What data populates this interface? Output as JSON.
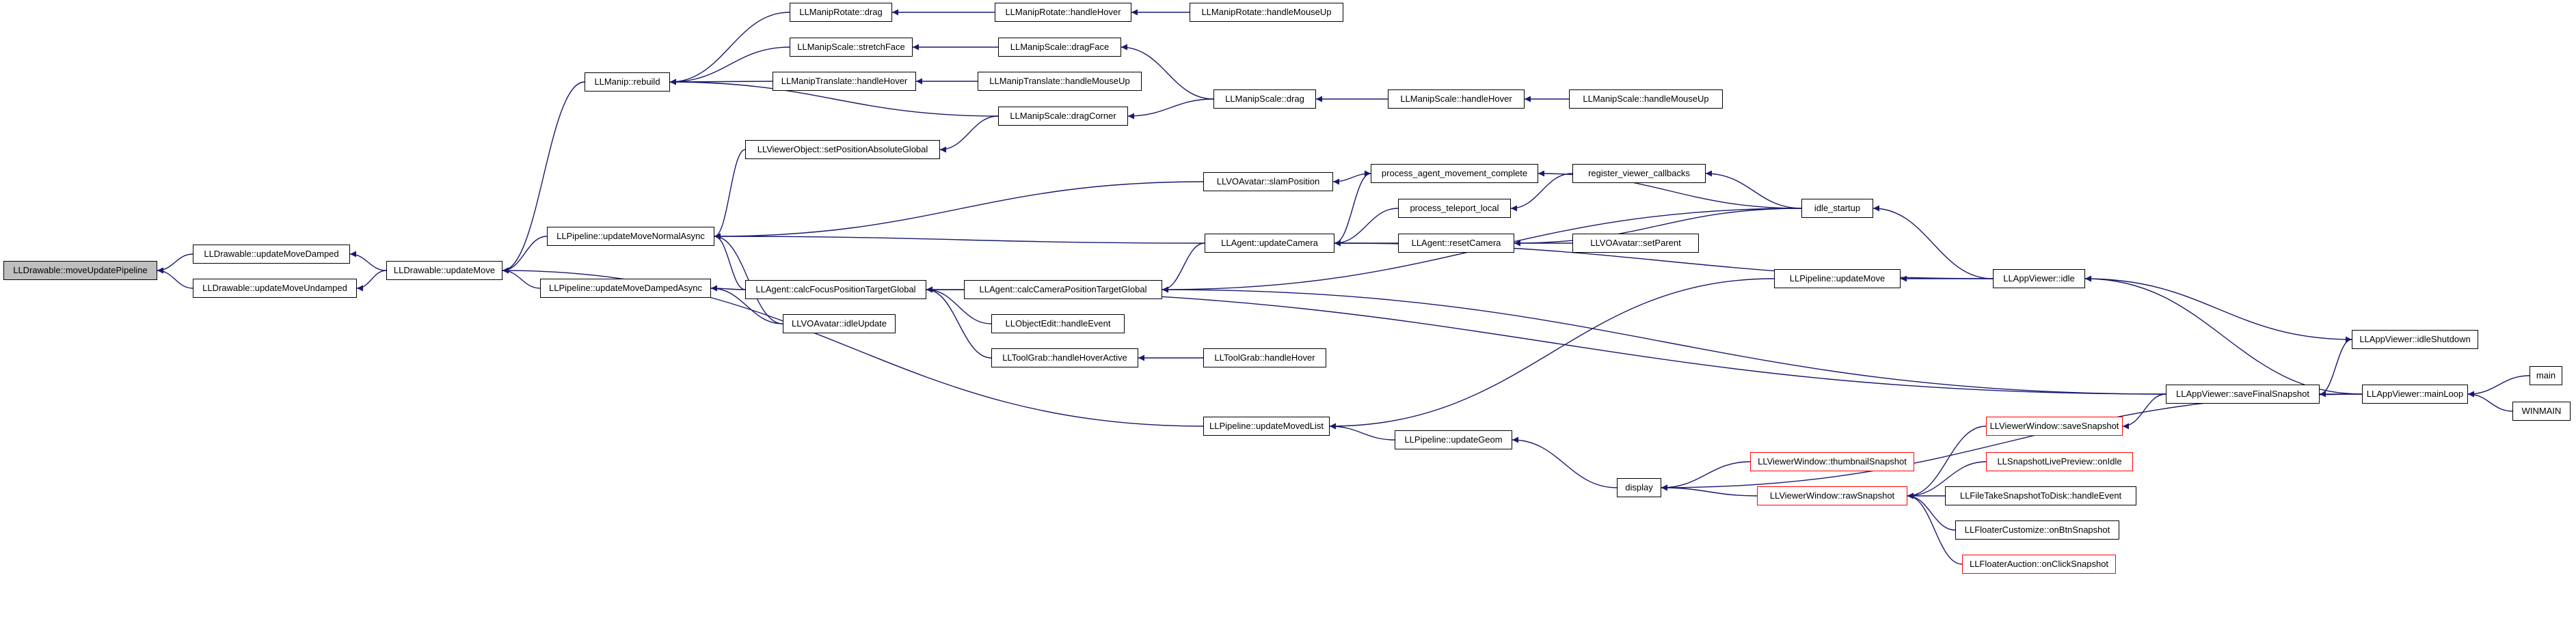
{
  "graph": {
    "root": "moveUpdatePipeline",
    "colors": {
      "edge": "#191970",
      "border": "#000000",
      "red_border": "#ff0000",
      "root_fill": "#bfbfbf",
      "background": "#ffffff"
    },
    "nodes": {
      "moveUpdatePipeline": "LLDrawable::moveUpdatePipeline",
      "updateMoveDamped": "LLDrawable::updateMoveDamped",
      "updateMoveUndamped": "LLDrawable::updateMoveUndamped",
      "drawableUpdateMove": "LLDrawable::updateMove",
      "manipRebuild": "LLManip::rebuild",
      "pipeUpdateMoveNormalAsync": "LLPipeline::updateMoveNormalAsync",
      "pipeUpdateMoveDampedAsync": "LLPipeline::updateMoveDampedAsync",
      "rotateDrag": "LLManipRotate::drag",
      "rotateHandleHover": "LLManipRotate::handleHover",
      "rotateHandleMouseUp": "LLManipRotate::handleMouseUp",
      "scaleStretchFace": "LLManipScale::stretchFace",
      "scaleDragFace": "LLManipScale::dragFace",
      "translateHandleHover": "LLManipTranslate::handleHover",
      "translateHandleMouseUp": "LLManipTranslate::handleMouseUp",
      "scaleDragCorner": "LLManipScale::dragCorner",
      "scaleDrag": "LLManipScale::drag",
      "scaleHandleHover": "LLManipScale::handleHover",
      "scaleHandleMouseUp": "LLManipScale::handleMouseUp",
      "setPositionAbsoluteGlobal": "LLViewerObject::setPositionAbsoluteGlobal",
      "slamPosition": "LLVOAvatar::slamPosition",
      "processAgentMovementComplete": "process_agent_movement_complete",
      "registerViewerCallbacks": "register_viewer_callbacks",
      "processTeleportLocal": "process_teleport_local",
      "idleStartup": "idle_startup",
      "agentUpdateCamera": "LLAgent::updateCamera",
      "agentResetCamera": "LLAgent::resetCamera",
      "voSetParent": "LLVOAvatar::setParent",
      "calcFocusPositionTargetGlobal": "LLAgent::calcFocusPositionTargetGlobal",
      "calcCameraPositionTargetGlobal": "LLAgent::calcCameraPositionTargetGlobal",
      "voIdleUpdate": "LLVOAvatar::idleUpdate",
      "objectEditHandleEvent": "LLObjectEdit::handleEvent",
      "toolGrabHandleHoverActive": "LLToolGrab::handleHoverActive",
      "toolGrabHandleHover": "LLToolGrab::handleHover",
      "pipelineUpdateMove": "LLPipeline::updateMove",
      "appViewerIdle": "LLAppViewer::idle",
      "appViewerIdleShutdown": "LLAppViewer::idleShutdown",
      "appViewerSaveFinalSnapshot": "LLAppViewer::saveFinalSnapshot",
      "appViewerMainLoop": "LLAppViewer::mainLoop",
      "main": "main",
      "winmain": "WINMAIN",
      "pipelineUpdateMovedList": "LLPipeline::updateMovedList",
      "pipelineUpdateGeom": "LLPipeline::updateGeom",
      "display": "display",
      "thumbnailSnapshot": "LLViewerWindow::thumbnailSnapshot",
      "rawSnapshot": "LLViewerWindow::rawSnapshot",
      "saveSnapshot": "LLViewerWindow::saveSnapshot",
      "snapshotLivePreviewOnIdle": "LLSnapshotLivePreview::onIdle",
      "fileTakeSnapshotToDisk": "LLFileTakeSnapshotToDisk::handleEvent",
      "floaterCustomizeOnBtnSnapshot": "LLFloaterCustomize::onBtnSnapshot",
      "floaterAuctionOnClickSnapshot": "LLFloaterAuction::onClickSnapshot"
    },
    "edges": [
      [
        "updateMoveDamped",
        "moveUpdatePipeline"
      ],
      [
        "updateMoveUndamped",
        "moveUpdatePipeline"
      ],
      [
        "drawableUpdateMove",
        "updateMoveDamped"
      ],
      [
        "drawableUpdateMove",
        "updateMoveUndamped"
      ],
      [
        "manipRebuild",
        "drawableUpdateMove"
      ],
      [
        "pipeUpdateMoveNormalAsync",
        "drawableUpdateMove"
      ],
      [
        "pipeUpdateMoveDampedAsync",
        "drawableUpdateMove"
      ],
      [
        "pipelineUpdateMovedList",
        "drawableUpdateMove"
      ],
      [
        "rotateDrag",
        "manipRebuild"
      ],
      [
        "scaleStretchFace",
        "manipRebuild"
      ],
      [
        "translateHandleHover",
        "manipRebuild"
      ],
      [
        "scaleDragCorner",
        "manipRebuild"
      ],
      [
        "rotateHandleHover",
        "rotateDrag"
      ],
      [
        "rotateHandleMouseUp",
        "rotateHandleHover"
      ],
      [
        "scaleDragFace",
        "scaleStretchFace"
      ],
      [
        "scaleDrag",
        "scaleDragFace"
      ],
      [
        "translateHandleMouseUp",
        "translateHandleHover"
      ],
      [
        "scaleDrag",
        "scaleDragCorner"
      ],
      [
        "scaleHandleHover",
        "scaleDrag"
      ],
      [
        "scaleHandleMouseUp",
        "scaleHandleHover"
      ],
      [
        "setPositionAbsoluteGlobal",
        "pipeUpdateMoveNormalAsync"
      ],
      [
        "scaleDragCorner",
        "setPositionAbsoluteGlobal"
      ],
      [
        "slamPosition",
        "pipeUpdateMoveNormalAsync"
      ],
      [
        "processAgentMovementComplete",
        "slamPosition"
      ],
      [
        "agentUpdateCamera",
        "pipeUpdateMoveNormalAsync"
      ],
      [
        "calcFocusPositionTargetGlobal",
        "pipeUpdateMoveNormalAsync"
      ],
      [
        "voIdleUpdate",
        "pipeUpdateMoveNormalAsync"
      ],
      [
        "calcFocusPositionTargetGlobal",
        "pipeUpdateMoveDampedAsync"
      ],
      [
        "voIdleUpdate",
        "pipeUpdateMoveDampedAsync"
      ],
      [
        "agentUpdateCamera",
        "processAgentMovementComplete"
      ],
      [
        "idleStartup",
        "processAgentMovementComplete"
      ],
      [
        "registerViewerCallbacks",
        "processTeleportLocal"
      ],
      [
        "idleStartup",
        "registerViewerCallbacks"
      ],
      [
        "processTeleportLocal",
        "agentUpdateCamera"
      ],
      [
        "agentResetCamera",
        "agentUpdateCamera"
      ],
      [
        "appViewerIdle",
        "agentUpdateCamera"
      ],
      [
        "idleStartup",
        "agentResetCamera"
      ],
      [
        "voSetParent",
        "agentResetCamera"
      ],
      [
        "appViewerIdle",
        "idleStartup"
      ],
      [
        "calcCameraPositionTargetGlobal",
        "calcFocusPositionTargetGlobal"
      ],
      [
        "objectEditHandleEvent",
        "calcFocusPositionTargetGlobal"
      ],
      [
        "toolGrabHandleHoverActive",
        "calcFocusPositionTargetGlobal"
      ],
      [
        "appViewerSaveFinalSnapshot",
        "calcFocusPositionTargetGlobal"
      ],
      [
        "agentUpdateCamera",
        "calcCameraPositionTargetGlobal"
      ],
      [
        "idleStartup",
        "calcCameraPositionTargetGlobal"
      ],
      [
        "appViewerSaveFinalSnapshot",
        "calcCameraPositionTargetGlobal"
      ],
      [
        "toolGrabHandleHover",
        "toolGrabHandleHoverActive"
      ],
      [
        "appViewerIdle",
        "pipelineUpdateMove"
      ],
      [
        "appViewerIdleShutdown",
        "appViewerIdle"
      ],
      [
        "appViewerMainLoop",
        "appViewerIdle"
      ],
      [
        "appViewerSaveFinalSnapshot",
        "appViewerIdleShutdown"
      ],
      [
        "appViewerMainLoop",
        "appViewerSaveFinalSnapshot"
      ],
      [
        "main",
        "appViewerMainLoop"
      ],
      [
        "winmain",
        "appViewerMainLoop"
      ],
      [
        "pipelineUpdateMove",
        "pipelineUpdateMovedList"
      ],
      [
        "pipelineUpdateGeom",
        "pipelineUpdateMovedList"
      ],
      [
        "display",
        "pipelineUpdateGeom"
      ],
      [
        "thumbnailSnapshot",
        "display"
      ],
      [
        "rawSnapshot",
        "display"
      ],
      [
        "appViewerMainLoop",
        "display"
      ],
      [
        "saveSnapshot",
        "rawSnapshot"
      ],
      [
        "snapshotLivePreviewOnIdle",
        "rawSnapshot"
      ],
      [
        "fileTakeSnapshotToDisk",
        "rawSnapshot"
      ],
      [
        "floaterCustomizeOnBtnSnapshot",
        "rawSnapshot"
      ],
      [
        "floaterAuctionOnClickSnapshot",
        "rawSnapshot"
      ],
      [
        "appViewerSaveFinalSnapshot",
        "saveSnapshot"
      ]
    ]
  }
}
